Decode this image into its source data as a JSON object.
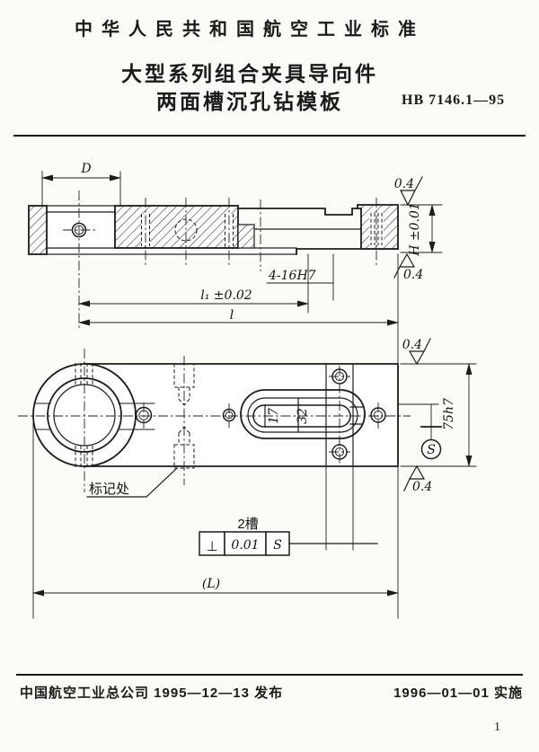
{
  "header": {
    "org_title": "中华人民共和国航空工业标准",
    "subject_line1": "大型系列组合夹具导向件",
    "subject_line2": "两面槽沉孔钻模板",
    "standard_no": "HB 7146.1—95"
  },
  "section_view": {
    "dim_d": "D",
    "surface_finish": "0.4",
    "dim_height": "H ±0.01",
    "holes_label": "4-16H7",
    "dim_l1": "l₁ ±0.02",
    "dim_l": "l"
  },
  "plan_view": {
    "surface_finish": "0.4",
    "slot_width": "17",
    "slot_length": "32",
    "dim_width": "75h7",
    "datum_circle_label": "S",
    "marking_label": "标记处",
    "slot_count": "2槽",
    "tolerance_frame": {
      "symbol": "⊥",
      "value": "0.01",
      "datum": "S"
    },
    "dim_length": "(L)"
  },
  "footer": {
    "issue_info": "中国航空工业总公司 1995—12—13 发布",
    "implement_info": "1996—01—01 实施",
    "page_number": "1"
  }
}
